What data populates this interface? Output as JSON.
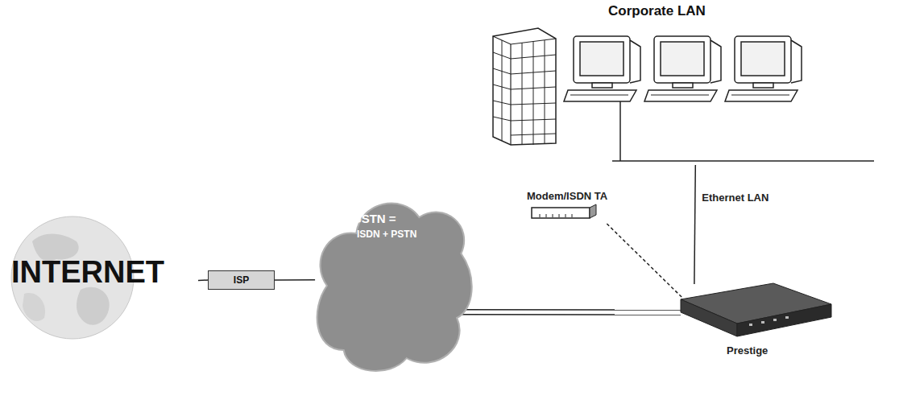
{
  "diagram": {
    "nodes": [
      {
        "text": [
          "INTERNET"
        ]
      },
      {
        "text": [
          "ISP"
        ]
      },
      {
        "text": [
          "GSTN =",
          "ISDN + PSTN"
        ]
      },
      {
        "text": [
          "Prestige"
        ]
      },
      {
        "text": [
          "Modem/ISDN TA"
        ]
      },
      {
        "text": [
          "Corporate LAN"
        ]
      }
    ],
    "edges": [
      {
        "from": 0,
        "to": 1,
        "arrow": "none"
      },
      {
        "from": 1,
        "to": 2,
        "arrow": "none"
      },
      {
        "from": 2,
        "to": 3,
        "arrow": "none"
      },
      {
        "from": 4,
        "to": 3,
        "arrow": "none"
      },
      {
        "from": 3,
        "to": 5,
        "label": "Ethernet LAN",
        "arrow": "none"
      }
    ]
  }
}
